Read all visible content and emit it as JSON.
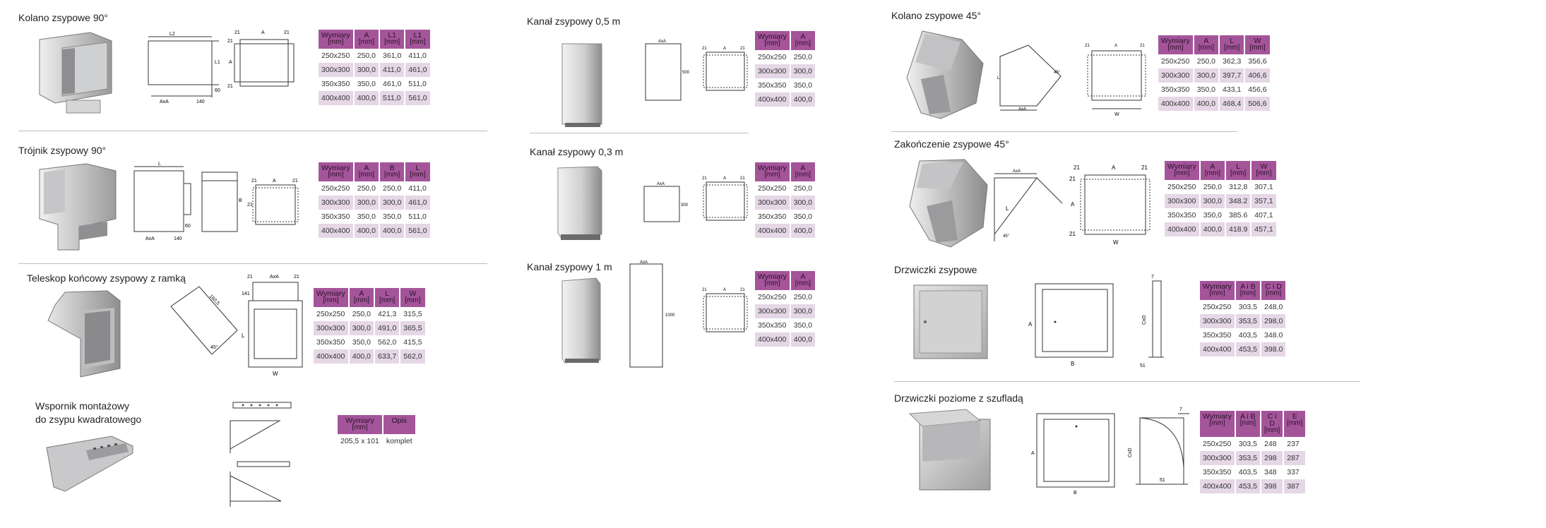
{
  "kolano90": {
    "title": "Kolano zsypowe 90°",
    "dims": {
      "l2": "L2",
      "l1": "L1",
      "a": "A",
      "a2": "A",
      "d21a": "21",
      "d21b": "21",
      "d21c": "21",
      "d21d": "21",
      "d60": "60",
      "d140": "140",
      "axa": "AxA"
    },
    "headers": [
      {
        "label": "Wymiary",
        "unit": "[mm]"
      },
      {
        "label": "A",
        "unit": "[mm]"
      },
      {
        "label": "L1",
        "unit": "[mm]"
      },
      {
        "label": "L1",
        "unit": "[mm]"
      }
    ],
    "rows": [
      [
        "250x250",
        "250,0",
        "361,0",
        "411,0"
      ],
      [
        "300x300",
        "300,0",
        "411,0",
        "461,0"
      ],
      [
        "350x350",
        "350,0",
        "461,0",
        "511,0"
      ],
      [
        "400x400",
        "400,0",
        "511,0",
        "561,0"
      ]
    ]
  },
  "trojnik": {
    "title": "Trójnik zsypowy 90°",
    "dims": {
      "l": "L",
      "b": "B",
      "a": "A",
      "d21a": "21",
      "d21b": "21",
      "d21c": "21",
      "d60": "60",
      "d140": "140",
      "axa": "AxA"
    },
    "headers": [
      {
        "label": "Wymiary",
        "unit": "[mm]"
      },
      {
        "label": "A",
        "unit": "[mm]"
      },
      {
        "label": "B",
        "unit": "[mm]"
      },
      {
        "label": "L",
        "unit": "[mm]"
      }
    ],
    "rows": [
      [
        "250x250",
        "250,0",
        "250,0",
        "411,0"
      ],
      [
        "300x300",
        "300,0",
        "300,0",
        "461,0"
      ],
      [
        "350x350",
        "350,0",
        "350,0",
        "511,0"
      ],
      [
        "400x400",
        "400,0",
        "400,0",
        "561,0"
      ]
    ]
  },
  "teleskop": {
    "title": "Teleskop końcowy zsypowy z ramką",
    "dims": {
      "d21a": "21",
      "d21b": "21",
      "axa": "AxA",
      "d160": "160,5",
      "d45": "45°",
      "l": "L",
      "w": "W",
      "d141": "141"
    },
    "headers": [
      {
        "label": "Wymiary",
        "unit": "[mm]"
      },
      {
        "label": "A",
        "unit": "[mm]"
      },
      {
        "label": "L",
        "unit": "[mm]"
      },
      {
        "label": "W",
        "unit": "[mm]"
      }
    ],
    "rows": [
      [
        "250x250",
        "250,0",
        "421,3",
        "315,5"
      ],
      [
        "300x300",
        "300,0",
        "491,0",
        "365,5"
      ],
      [
        "350x350",
        "350,0",
        "562,0",
        "415,5"
      ],
      [
        "400x400",
        "400,0",
        "633,7",
        "562,0"
      ]
    ]
  },
  "wspornik": {
    "title_line1": "Wspornik montażowy",
    "title_line2": "do zsypu kwadratowego",
    "headers": [
      {
        "label": "Wymiary",
        "unit": "[mm]"
      },
      {
        "label": "Opis",
        "unit": ""
      }
    ],
    "rows": [
      [
        "205,5 x 101",
        "komplet"
      ]
    ]
  },
  "kanal05": {
    "title": "Kanał zsypowy 0,5 m",
    "dims": {
      "axa": "AxA",
      "h": "500",
      "d21a": "21",
      "d21b": "21",
      "a": "A"
    },
    "headers": [
      {
        "label": "Wymiary",
        "unit": "[mm]"
      },
      {
        "label": "A",
        "unit": "[mm]"
      }
    ],
    "rows": [
      [
        "250x250",
        "250,0"
      ],
      [
        "300x300",
        "300,0"
      ],
      [
        "350x350",
        "350,0"
      ],
      [
        "400x400",
        "400,0"
      ]
    ]
  },
  "kanal03": {
    "title": "Kanał zsypowy 0,3 m",
    "dims": {
      "axa": "AxA",
      "h": "300",
      "d21a": "21",
      "d21b": "21",
      "a": "A"
    },
    "headers": [
      {
        "label": "Wymiary",
        "unit": "[mm]"
      },
      {
        "label": "A",
        "unit": "[mm]"
      }
    ],
    "rows": [
      [
        "250x250",
        "250,0"
      ],
      [
        "300x300",
        "300,0"
      ],
      [
        "350x350",
        "350,0"
      ],
      [
        "400x400",
        "400,0"
      ]
    ]
  },
  "kanal1": {
    "title": "Kanał zsypowy 1 m",
    "dims": {
      "axa": "AxA",
      "h": "1000",
      "d21a": "21",
      "d21b": "21",
      "a": "A"
    },
    "headers": [
      {
        "label": "Wymiary",
        "unit": "[mm]"
      },
      {
        "label": "A",
        "unit": "[mm]"
      }
    ],
    "rows": [
      [
        "250x250",
        "250,0"
      ],
      [
        "300x300",
        "300,0"
      ],
      [
        "350x350",
        "350,0"
      ],
      [
        "400x400",
        "400,0"
      ]
    ]
  },
  "kolano45": {
    "title": "Kolano zsypowe 45°",
    "dims": {
      "l": "L",
      "w": "W",
      "a": "A",
      "axa": "AxA",
      "d21a": "21",
      "d21b": "21",
      "d45": "45°"
    },
    "headers": [
      {
        "label": "Wymiary",
        "unit": "[mm]"
      },
      {
        "label": "A",
        "unit": "[mm]"
      },
      {
        "label": "L",
        "unit": "[mm]"
      },
      {
        "label": "W",
        "unit": "[mm]"
      }
    ],
    "rows": [
      [
        "250x250",
        "250,0",
        "362,3",
        "356,6"
      ],
      [
        "300x300",
        "300,0",
        "397,7",
        "406,6"
      ],
      [
        "350x350",
        "350,0",
        "433,1",
        "456,6"
      ],
      [
        "400x400",
        "400,0",
        "468,4",
        "506,6"
      ]
    ]
  },
  "zakonczenie45": {
    "title": "Zakończenie zsypowe 45°",
    "dims": {
      "axa": "AxA",
      "l": "L",
      "w": "W",
      "a": "A",
      "a2": "A",
      "d21a": "21",
      "d21b": "21",
      "d21c": "21",
      "d21d": "21",
      "d45": "45°"
    },
    "headers": [
      {
        "label": "Wymiary",
        "unit": "[mm]"
      },
      {
        "label": "A",
        "unit": "[mm]"
      },
      {
        "label": "L",
        "unit": "[mm]"
      },
      {
        "label": "W",
        "unit": "[mm]"
      }
    ],
    "rows": [
      [
        "250x250",
        "250,0",
        "312,8",
        "307,1"
      ],
      [
        "300x300",
        "300,0",
        "348.2",
        "357,1"
      ],
      [
        "350x350",
        "350,0",
        "385.6",
        "407,1"
      ],
      [
        "400x400",
        "400,0",
        "418.9",
        "457,1"
      ]
    ]
  },
  "drzwiczki": {
    "title": "Drzwiczki zsypowe",
    "dims": {
      "a": "A",
      "b": "B",
      "cd": "CxD",
      "d7": "7",
      "d51": "51"
    },
    "headers": [
      {
        "label": "Wymiary",
        "unit": "[mm]"
      },
      {
        "label": "A i B",
        "unit": "[mm]"
      },
      {
        "label": "C i D",
        "unit": "[mm]"
      }
    ],
    "rows": [
      [
        "250x250",
        "303,5",
        "248,0"
      ],
      [
        "300x300",
        "353,5",
        "298,0"
      ],
      [
        "350x350",
        "403,5",
        "348.0"
      ],
      [
        "400x400",
        "453,5",
        "398.0"
      ]
    ]
  },
  "drzwiczki_poziome": {
    "title": "Drzwiczki poziome z szufladą",
    "dims": {
      "a": "A",
      "b": "B",
      "cd": "CxD",
      "d7": "7",
      "d51": "51"
    },
    "headers": [
      {
        "label": "Wymiary",
        "unit": "[mm]"
      },
      {
        "label": "A i B",
        "unit": "[mm]"
      },
      {
        "label": "C i D",
        "unit": "[mm]"
      },
      {
        "label": "E",
        "unit": "[mm]"
      }
    ],
    "rows": [
      [
        "250x250",
        "303,5",
        "248",
        "237"
      ],
      [
        "300x300",
        "353,5",
        "298",
        "287"
      ],
      [
        "350x350",
        "403,5",
        "348",
        "337"
      ],
      [
        "400x400",
        "453,5",
        "398",
        "387"
      ]
    ]
  }
}
